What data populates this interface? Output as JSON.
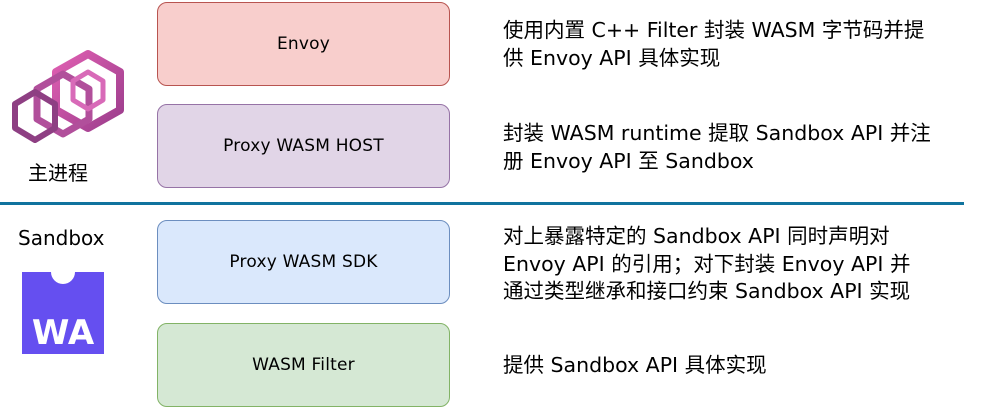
{
  "layers": [
    {
      "label": "Envoy",
      "color": "#f8cecc"
    },
    {
      "label": "Proxy WASM HOST",
      "color": "#e1d5e7"
    },
    {
      "label": "Proxy WASM SDK",
      "color": "#dae8fc"
    },
    {
      "label": "WASM Filter",
      "color": "#d5e8d4"
    }
  ],
  "descriptions": {
    "envoy": [
      "使用内置 C++ Filter 封装 WASM 字节码并提",
      "供 Envoy API 具体实现"
    ],
    "host": [
      "封装 WASM runtime 提取 Sandbox API 并注",
      "册 Envoy API 至 Sandbox"
    ],
    "sdk": [
      "对上暴露特定的 Sandbox API 同时声明对",
      "Envoy API 的引用；对下封装 Envoy API 并",
      "通过类型继承和接口约束 Sandbox API 实现"
    ],
    "filter": [
      "提供 Sandbox API 具体实现"
    ]
  },
  "side_labels": {
    "main_process": "主进程",
    "sandbox": "Sandbox"
  },
  "logos": {
    "envoy_icon": "envoy-logo-icon",
    "webassembly_icon": "webassembly-logo-icon",
    "webassembly_text": "WA"
  },
  "colors": {
    "divider": "#10739e",
    "envoy_logo": "#ac6199",
    "webassembly": "#654ff0"
  }
}
